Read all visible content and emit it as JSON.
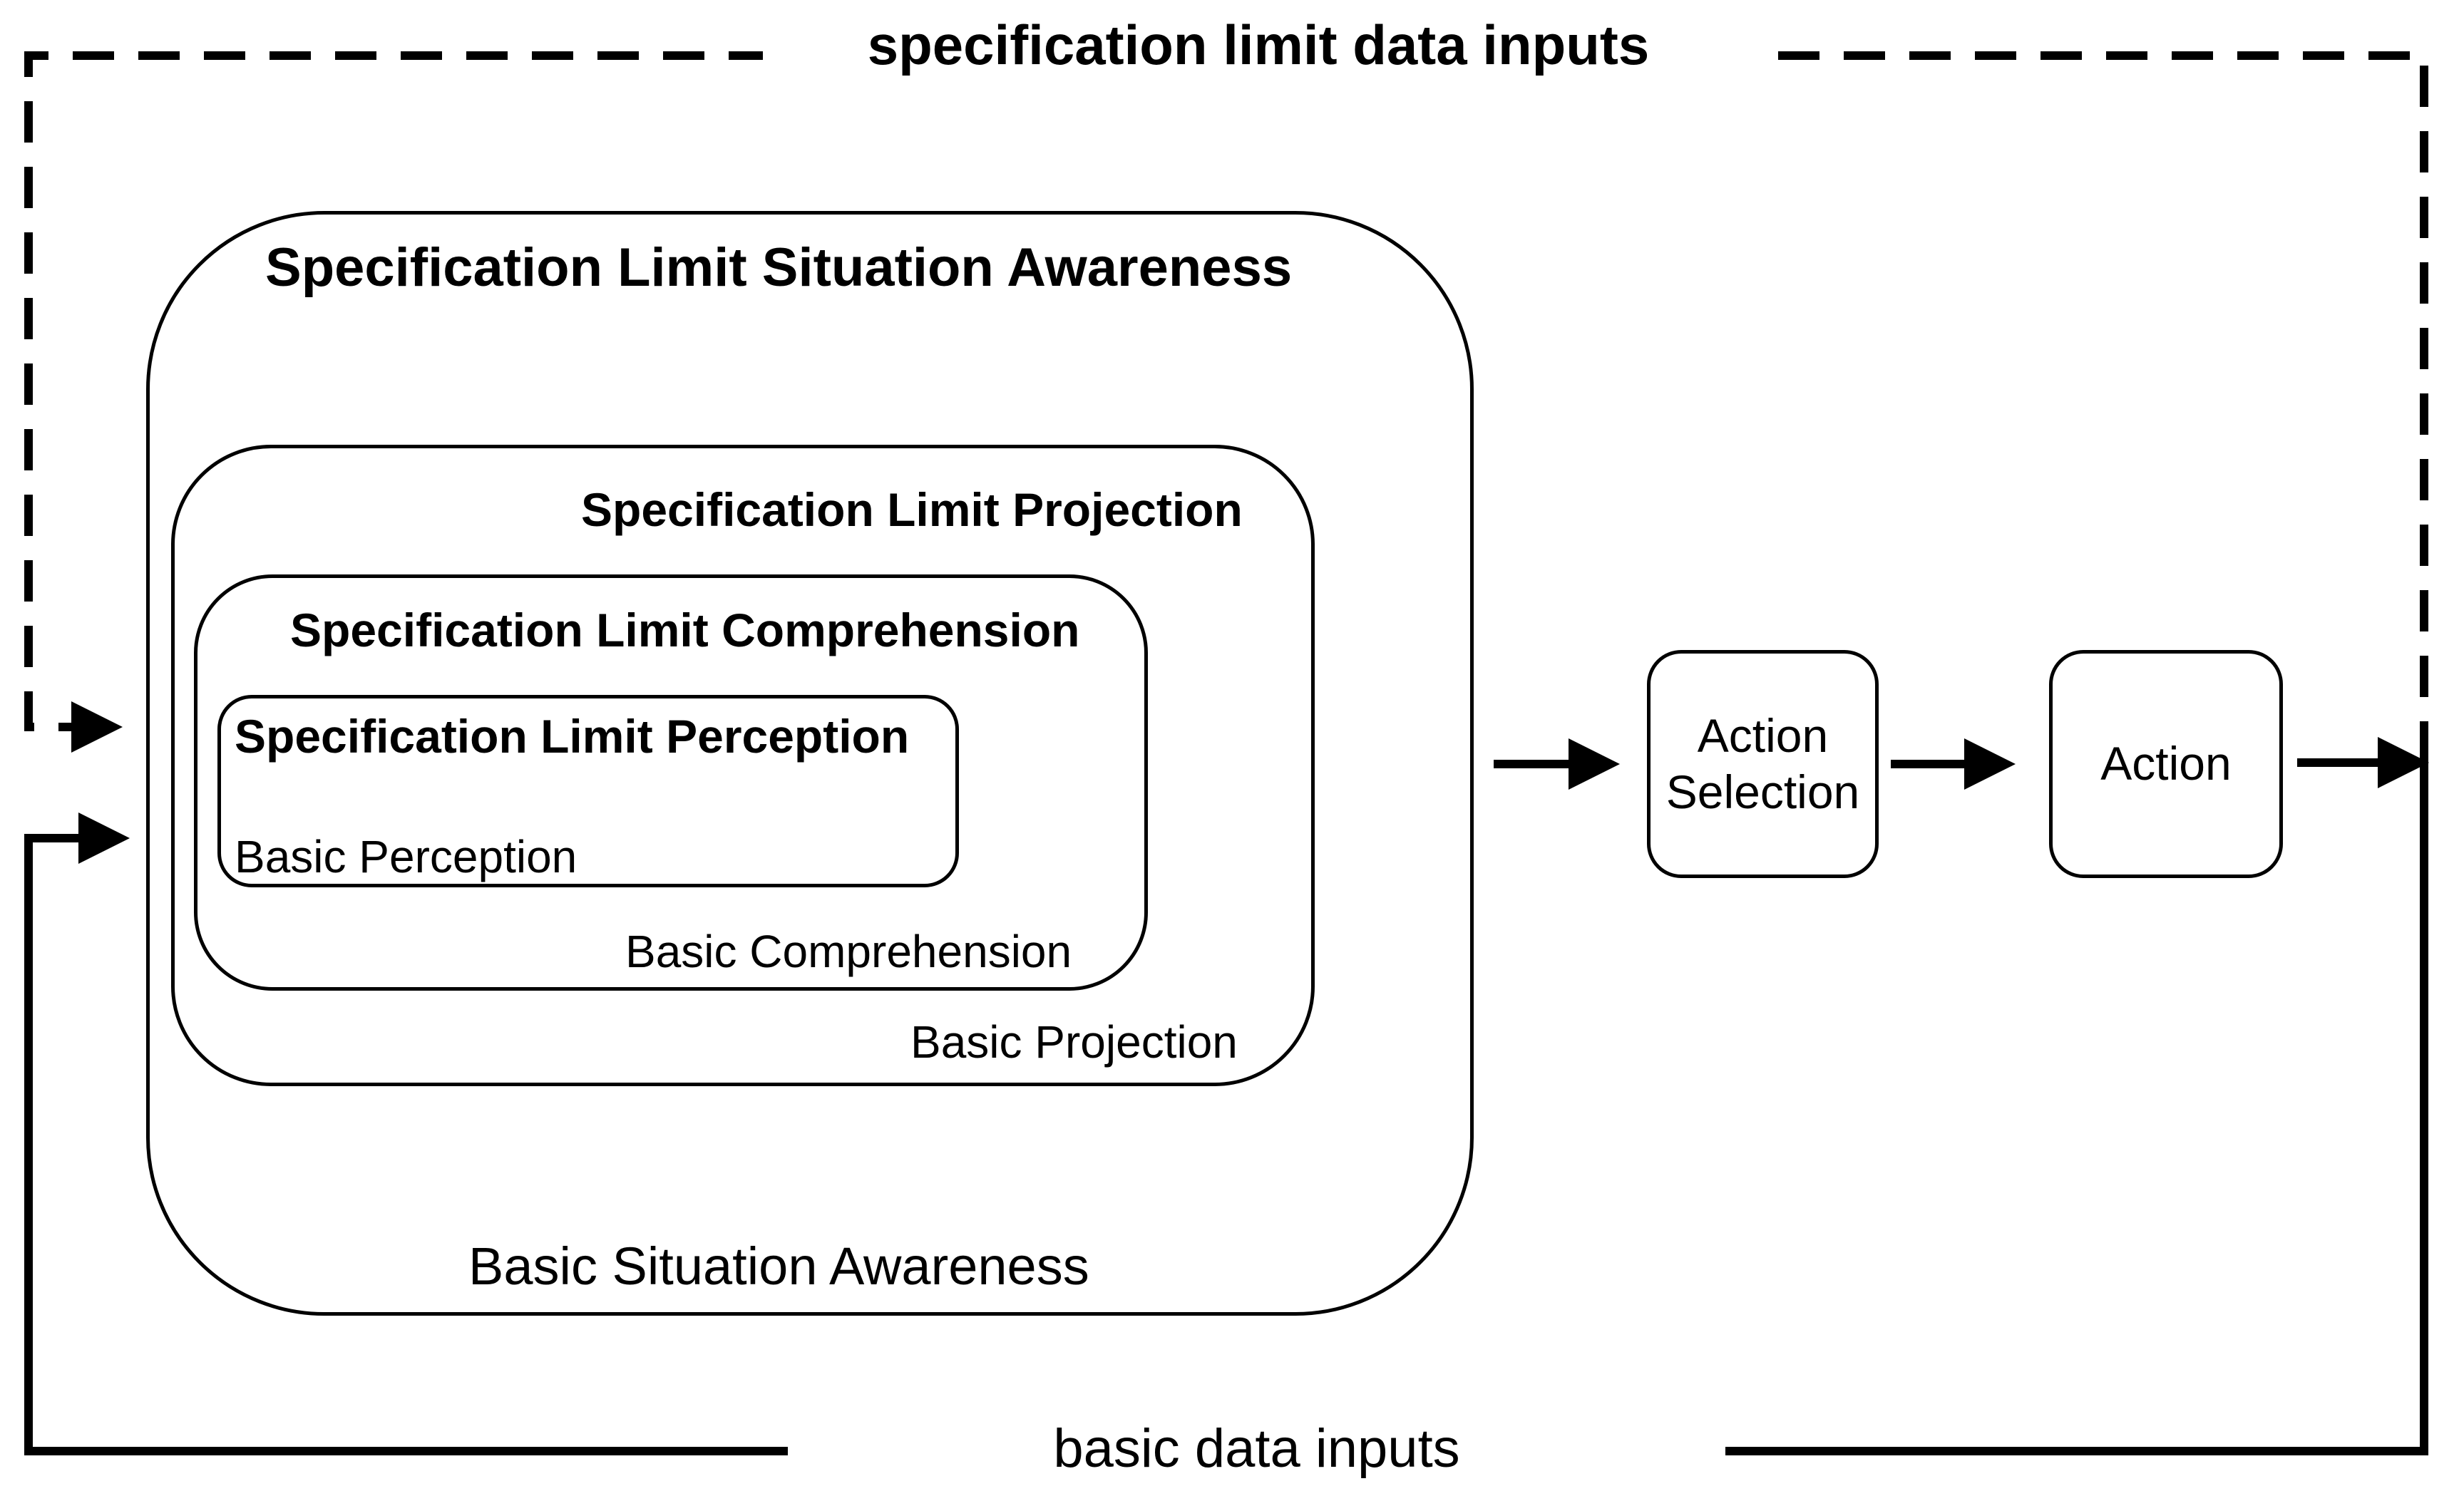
{
  "top_label": "specification limit data inputs",
  "bottom_label": "basic data inputs",
  "situation_awareness": {
    "title": "Specification Limit Situation Awareness",
    "basic_label": "Basic Situation Awareness"
  },
  "projection": {
    "title": "Specification Limit Projection",
    "basic_label": "Basic Projection"
  },
  "comprehension": {
    "title": "Specification Limit Comprehension",
    "basic_label": "Basic Comprehension"
  },
  "perception": {
    "title": "Specification Limit Perception",
    "basic_label": "Basic Perception"
  },
  "action_selection": {
    "line1": "Action",
    "line2": "Selection"
  },
  "action": {
    "label": "Action"
  }
}
